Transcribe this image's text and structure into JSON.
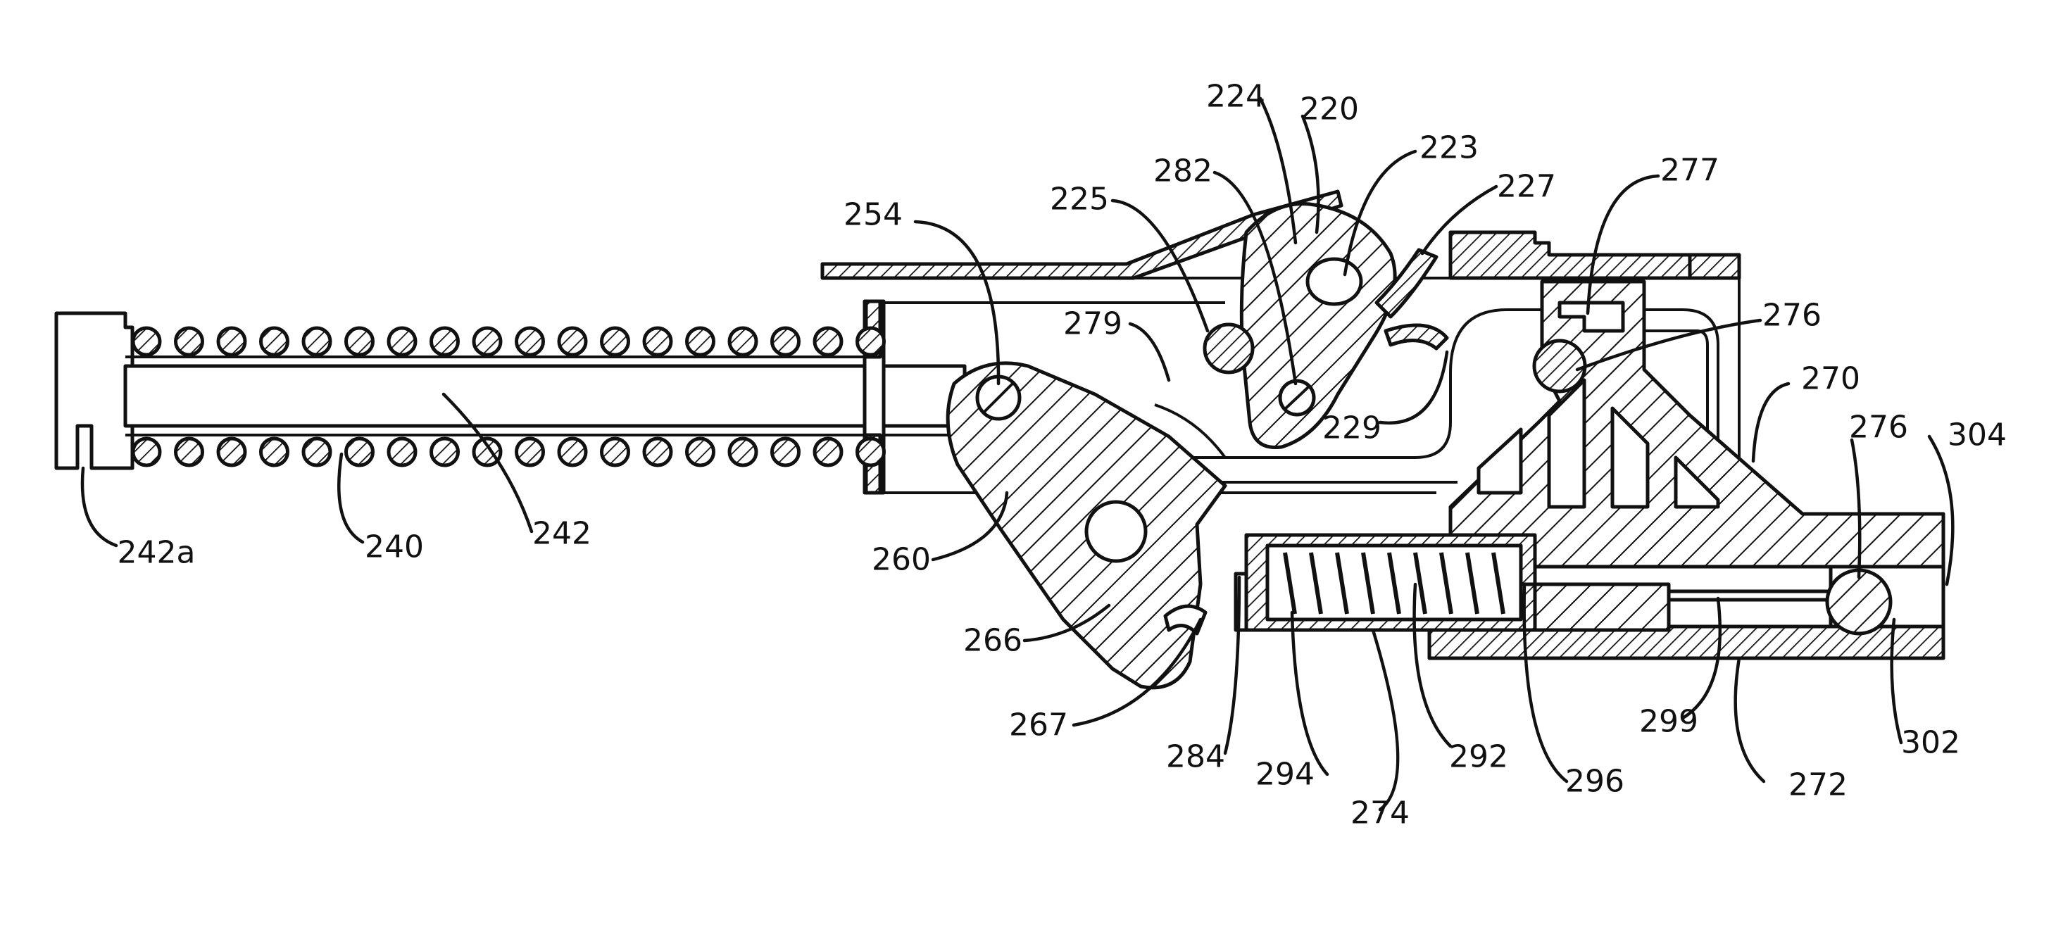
{
  "colors": {
    "ink": "#111111",
    "paper": "#ffffff"
  },
  "labels": [
    {
      "id": "l242a",
      "text": "242a"
    },
    {
      "id": "l240",
      "text": "240"
    },
    {
      "id": "l242",
      "text": "242"
    },
    {
      "id": "l254",
      "text": "254"
    },
    {
      "id": "l260",
      "text": "260"
    },
    {
      "id": "l266",
      "text": "266"
    },
    {
      "id": "l267",
      "text": "267"
    },
    {
      "id": "l225",
      "text": "225"
    },
    {
      "id": "l279",
      "text": "279"
    },
    {
      "id": "l282",
      "text": "282"
    },
    {
      "id": "l224",
      "text": "224"
    },
    {
      "id": "l220",
      "text": "220"
    },
    {
      "id": "l223",
      "text": "223"
    },
    {
      "id": "l227",
      "text": "227"
    },
    {
      "id": "l229",
      "text": "229"
    },
    {
      "id": "l277",
      "text": "277"
    },
    {
      "id": "l276a",
      "text": "276"
    },
    {
      "id": "l270",
      "text": "270"
    },
    {
      "id": "l276b",
      "text": "276"
    },
    {
      "id": "l304",
      "text": "304"
    },
    {
      "id": "l302",
      "text": "302"
    },
    {
      "id": "l299",
      "text": "299"
    },
    {
      "id": "l272",
      "text": "272"
    },
    {
      "id": "l296",
      "text": "296"
    },
    {
      "id": "l292",
      "text": "292"
    },
    {
      "id": "l274",
      "text": "274"
    },
    {
      "id": "l294",
      "text": "294"
    },
    {
      "id": "l284",
      "text": "284"
    }
  ]
}
